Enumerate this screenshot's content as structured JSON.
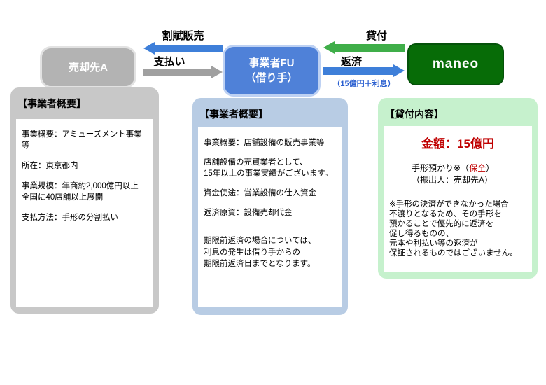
{
  "entities": {
    "seller": {
      "label": "売却先A"
    },
    "borrower": {
      "label": "事業者FU\n（借り手）"
    },
    "lender": {
      "label": "maneo"
    }
  },
  "arrows": {
    "installment_sale": {
      "label": "割賦販売"
    },
    "payment": {
      "label": "支払い"
    },
    "loan": {
      "label": "貸付"
    },
    "repayment": {
      "label": "返済",
      "note": "（15億円＋利息）"
    }
  },
  "panels": {
    "seller": {
      "title": "【事業者概要】",
      "paragraphs": [
        "事業概要：アミューズメント事業等",
        "所在：東京都内",
        "事業規模：年商約2,000億円以上\n全国に40店舗以上展開",
        "支払方法：手形の分割払い"
      ]
    },
    "borrower": {
      "title": "【事業者概要】",
      "paragraphs": [
        "事業概要：店舗設備の販売事業等",
        "店舗設備の売買業者として、\n15年以上の事業実績がございます。",
        "資金使途：営業設備の仕入資金",
        "返済原資：設備売却代金",
        "期限前返済の場合については、\n利息の発生は借り手からの\n期限前返済日までとなります。"
      ]
    },
    "loan": {
      "title": "【貸付内容】",
      "amount": "金額：15億円",
      "deposit_prefix": "手形預かり※（",
      "deposit_highlight": "保全",
      "deposit_suffix": "）",
      "drawer": "（振出人：売却先A）",
      "note": "※手形の決済ができなかった場合\n不渡りとなるため、その手形を\n預かることで優先的に返済を\n促し得るものの、\n元本や利払い等の返済が\n保証されるものではございません。"
    }
  },
  "colors": {
    "seller_box": "#b3b3b3",
    "borrower_box": "#4f81d8",
    "maneo_box": "#076c07",
    "seller_panel": "#c8c8c8",
    "borrower_panel": "#b8cce4",
    "maneo_panel": "#c6f1cd",
    "arrow_blue": "#3e7fd9",
    "arrow_gray": "#a0a0a0",
    "arrow_green": "#3fae49",
    "accent_red": "#c00000",
    "note_blue": "#2a5fd0"
  }
}
